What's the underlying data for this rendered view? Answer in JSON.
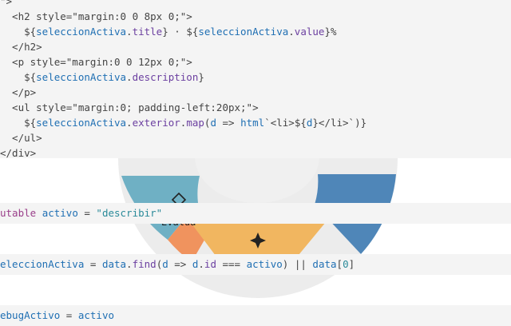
{
  "code_top": {
    "lines": [
      [
        {
          "t": "\">",
          "c": "punc"
        }
      ],
      [
        {
          "t": "  <h2 style=\"margin:0 0 8px 0;\">",
          "c": "punc"
        }
      ],
      [
        {
          "t": "    ${",
          "c": "punc"
        },
        {
          "t": "seleccionActiva",
          "c": "var"
        },
        {
          "t": ".",
          "c": "punc"
        },
        {
          "t": "title",
          "c": "prop"
        },
        {
          "t": "} · ${",
          "c": "punc"
        },
        {
          "t": "seleccionActiva",
          "c": "var"
        },
        {
          "t": ".",
          "c": "punc"
        },
        {
          "t": "value",
          "c": "prop"
        },
        {
          "t": "}%",
          "c": "punc"
        }
      ],
      [
        {
          "t": "  </h2>",
          "c": "punc"
        }
      ],
      [
        {
          "t": "  <p style=\"margin:0 0 12px 0;\">",
          "c": "punc"
        }
      ],
      [
        {
          "t": "    ${",
          "c": "punc"
        },
        {
          "t": "seleccionActiva",
          "c": "var"
        },
        {
          "t": ".",
          "c": "punc"
        },
        {
          "t": "description",
          "c": "prop"
        },
        {
          "t": "}",
          "c": "punc"
        }
      ],
      [
        {
          "t": "  </p>",
          "c": "punc"
        }
      ],
      [
        {
          "t": "  <ul style=\"margin:0; padding-left:20px;\">",
          "c": "punc"
        }
      ],
      [
        {
          "t": "    ${",
          "c": "punc"
        },
        {
          "t": "seleccionActiva",
          "c": "var"
        },
        {
          "t": ".",
          "c": "punc"
        },
        {
          "t": "exterior",
          "c": "prop"
        },
        {
          "t": ".",
          "c": "punc"
        },
        {
          "t": "map",
          "c": "prop"
        },
        {
          "t": "(",
          "c": "punc"
        },
        {
          "t": "d",
          "c": "var"
        },
        {
          "t": " => ",
          "c": "punc"
        },
        {
          "t": "html",
          "c": "var"
        },
        {
          "t": "`<li>${",
          "c": "punc"
        },
        {
          "t": "d",
          "c": "var"
        },
        {
          "t": "}</li>`)}",
          "c": "punc"
        }
      ],
      [
        {
          "t": "  </ul>",
          "c": "punc"
        }
      ],
      [
        {
          "t": "</div>",
          "c": "punc"
        }
      ]
    ]
  },
  "chart_visible_label": "Evalua",
  "cells": [
    {
      "name": "mutable-activo-cell",
      "tokens": [
        {
          "t": "utable ",
          "c": "kw"
        },
        {
          "t": "activo",
          "c": "var"
        },
        {
          "t": " = ",
          "c": "punc"
        },
        {
          "t": "\"describir\"",
          "c": "str"
        }
      ]
    },
    {
      "name": "seleccion-activa-cell",
      "tokens": [
        {
          "t": "eleccionActiva",
          "c": "var"
        },
        {
          "t": " = ",
          "c": "punc"
        },
        {
          "t": "data",
          "c": "var"
        },
        {
          "t": ".",
          "c": "punc"
        },
        {
          "t": "find",
          "c": "prop"
        },
        {
          "t": "(",
          "c": "punc"
        },
        {
          "t": "d",
          "c": "var"
        },
        {
          "t": " => ",
          "c": "punc"
        },
        {
          "t": "d",
          "c": "var"
        },
        {
          "t": ".",
          "c": "punc"
        },
        {
          "t": "id",
          "c": "prop"
        },
        {
          "t": " === ",
          "c": "punc"
        },
        {
          "t": "activo",
          "c": "var"
        },
        {
          "t": ") || ",
          "c": "punc"
        },
        {
          "t": "data",
          "c": "var"
        },
        {
          "t": "[",
          "c": "punc"
        },
        {
          "t": "0",
          "c": "str"
        },
        {
          "t": "]",
          "c": "punc"
        }
      ]
    },
    {
      "name": "debug-activo-cell",
      "tokens": [
        {
          "t": "ebugActivo",
          "c": "var"
        },
        {
          "t": " = ",
          "c": "punc"
        },
        {
          "t": "activo",
          "c": "var"
        }
      ]
    }
  ],
  "colors": {
    "teal": "#6fb0c4",
    "orange": "#f0935e",
    "yellow": "#f1b660",
    "blue": "#4f86b8",
    "inner_gray": "#f0f0f0"
  }
}
